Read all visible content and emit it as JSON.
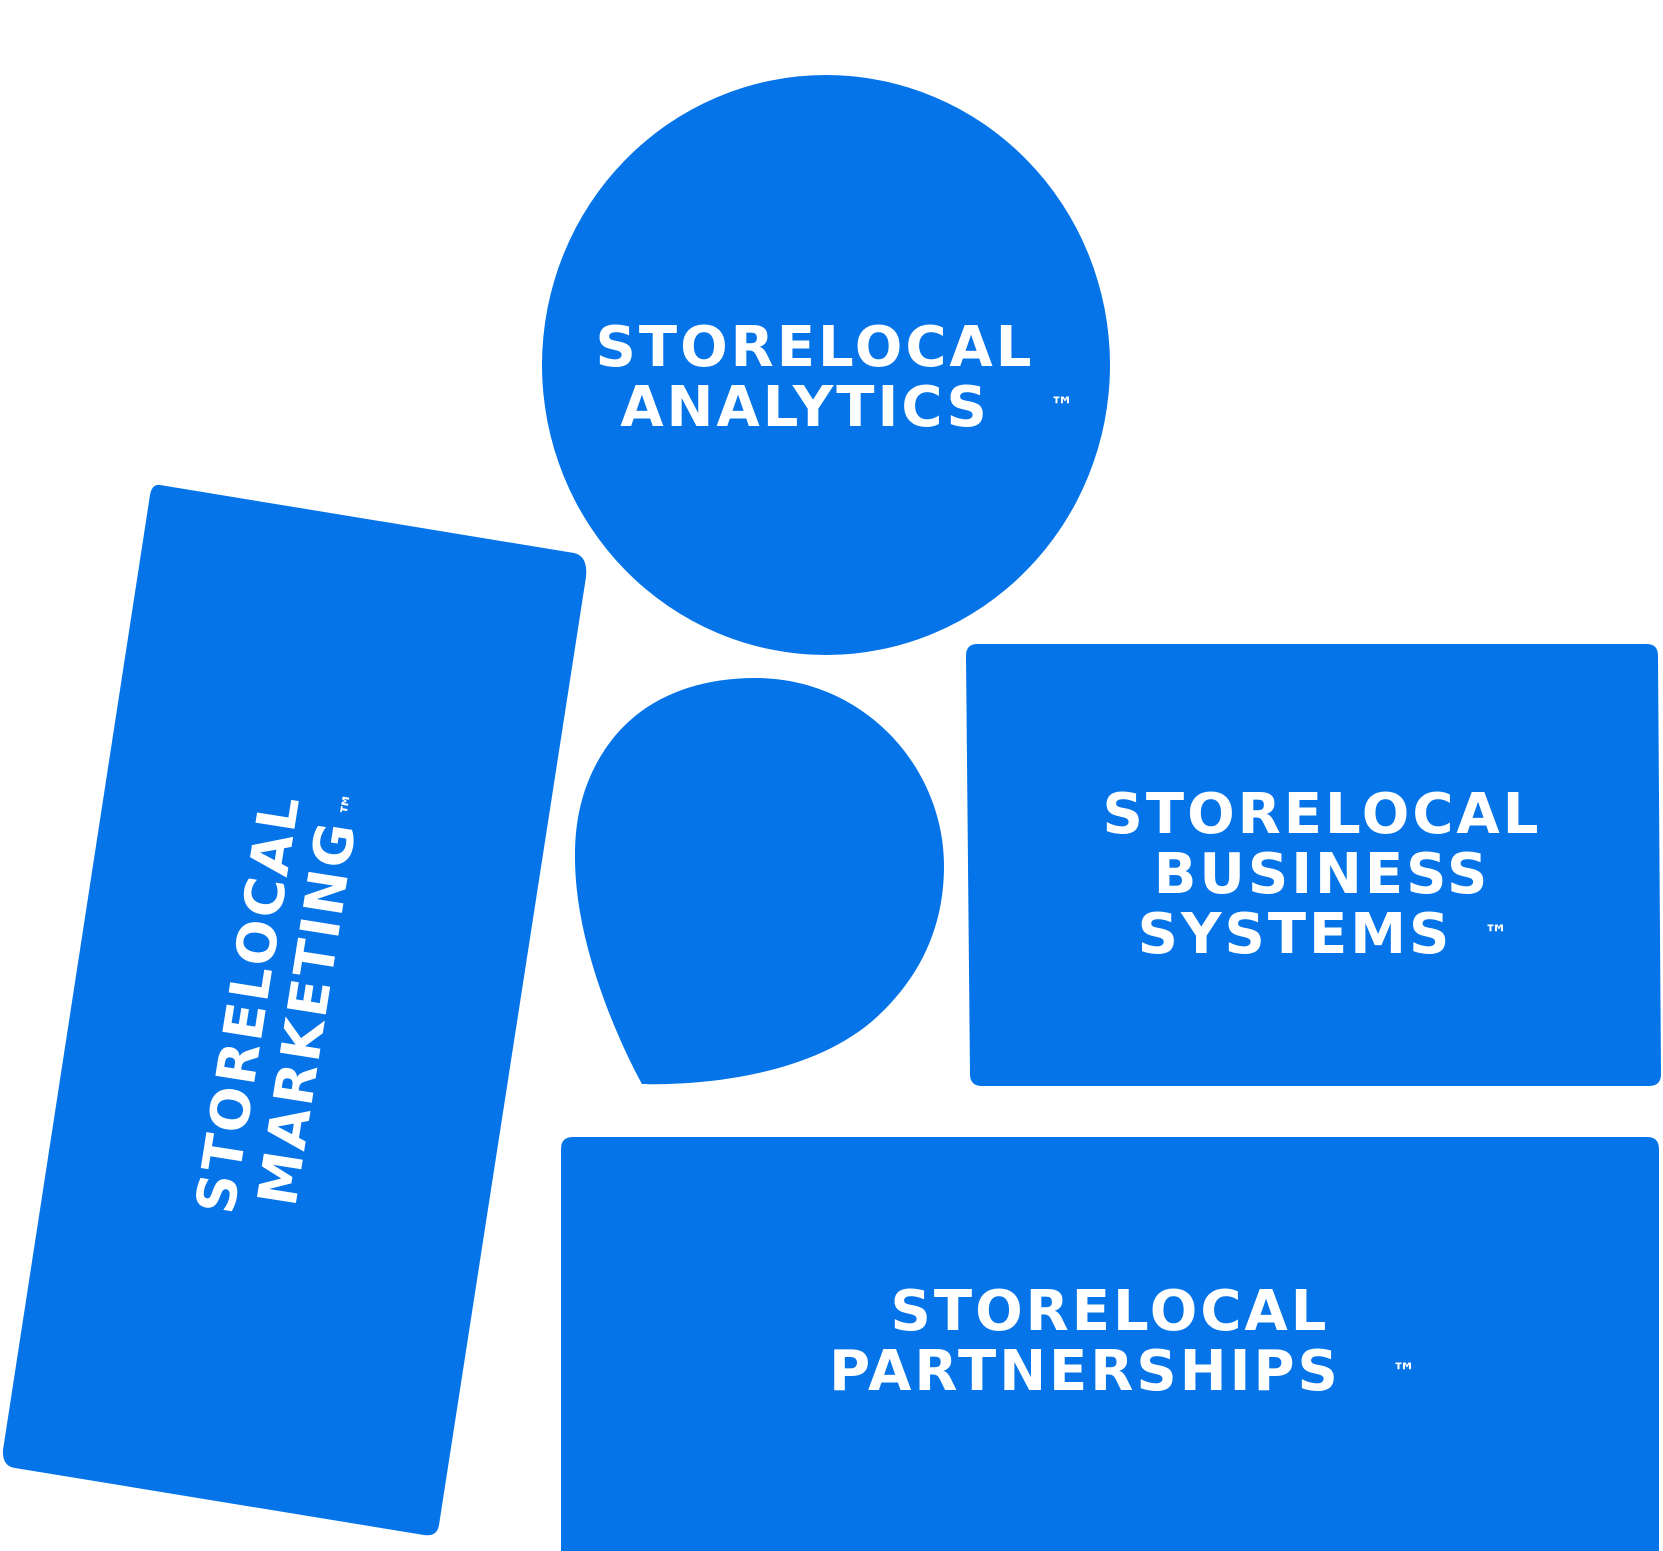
{
  "colors": {
    "brand_blue": "#0474E8",
    "text": "#FFFFFF"
  },
  "tiles": {
    "analytics": {
      "line1": "STORELOCAL",
      "line2": "ANALYTICS",
      "tm": "™"
    },
    "marketing": {
      "line1": "STORELOCAL",
      "line2": "MARKETING",
      "tm": "™"
    },
    "business_systems": {
      "line1": "STORELOCAL",
      "line2": "BUSINESS",
      "line3": "SYSTEMS",
      "tm": "™"
    },
    "partnerships": {
      "line1": "STORELOCAL",
      "line2": "PARTNERSHIPS",
      "tm": "™"
    }
  },
  "logo_mark": {
    "icon": "speech-drop-icon"
  }
}
